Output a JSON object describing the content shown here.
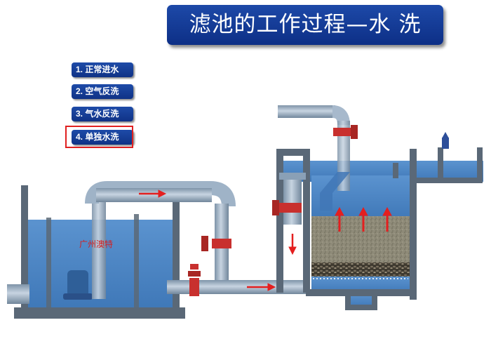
{
  "title": "滤池的工作过程—水 洗",
  "menu": [
    {
      "label": "1. 正常进水"
    },
    {
      "label": "2. 空气反洗"
    },
    {
      "label": "3. 气水反洗"
    },
    {
      "label": "4. 单独水洗"
    }
  ],
  "selected_index": 3,
  "watermark": "广州澳特",
  "colors": {
    "water": "#4a86c5",
    "wall": "#5a6877",
    "pipe": "#8ea3b8",
    "valve": "#c8302e",
    "arrow": "#e41f1f",
    "title_bg": "#123a93"
  }
}
